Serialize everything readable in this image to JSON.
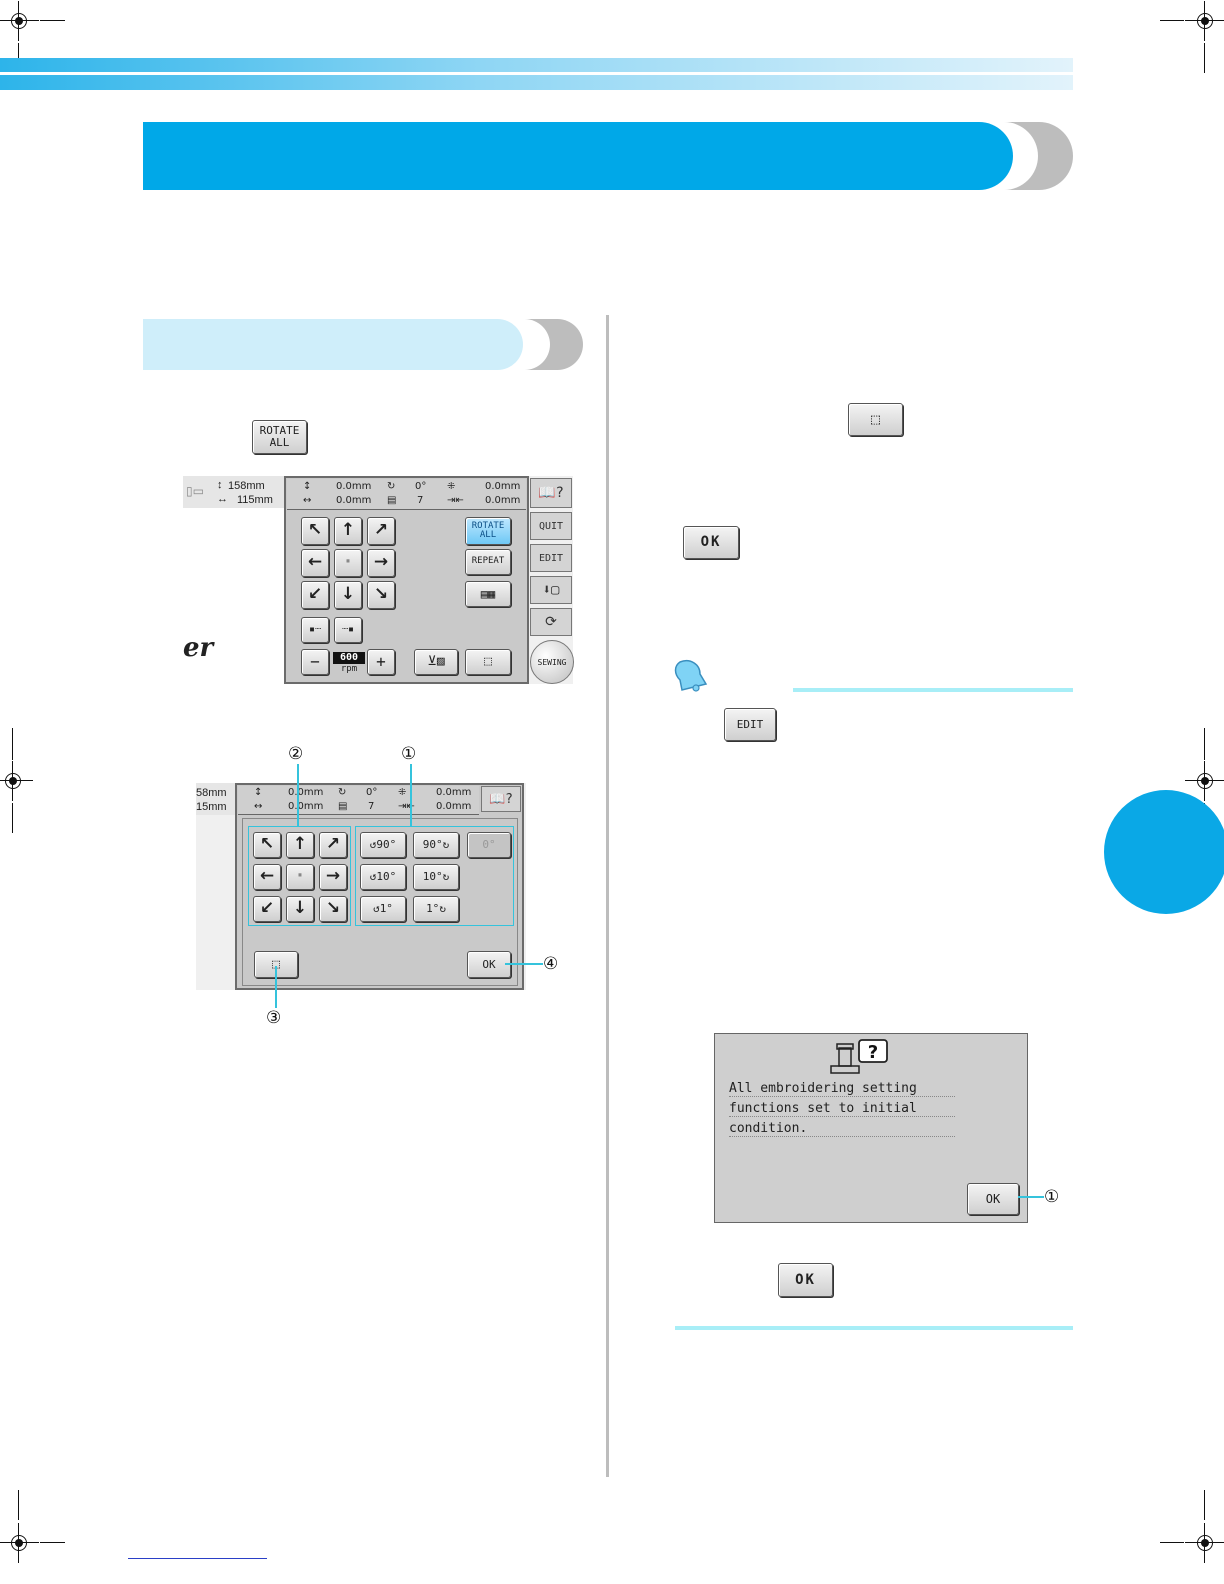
{
  "toolbar_labels": {
    "rotate_all": "ROTATE\nALL",
    "ok": "OK",
    "edit": "EDIT",
    "quit": "QUIT",
    "repeat": "REPEAT",
    "sewing": "SEWING",
    "rpm_value": "600",
    "rpm_unit": "rpm"
  },
  "screen1": {
    "size_h": "158mm",
    "size_w": "115mm",
    "move_v": "0.0mm",
    "move_h": "0.0mm",
    "angle": "0°",
    "colors": "7",
    "offset_v": "0.0mm",
    "offset_h": "0.0mm",
    "logo_fragment": "er"
  },
  "screen2": {
    "size_h": "58mm",
    "size_w": "15mm",
    "move_v": "0.0mm",
    "move_h": "0.0mm",
    "angle": "0°",
    "colors": "7",
    "offset_v": "0.0mm",
    "offset_h": "0.0mm",
    "rotate_buttons": [
      "90°",
      "90°",
      "0°",
      "10°",
      "10°",
      "1°",
      "1°"
    ],
    "callouts": [
      "②",
      "①",
      "③",
      "④"
    ]
  },
  "dialog": {
    "lines": [
      "All embroidering setting",
      "functions set to initial",
      "condition."
    ],
    "callout": "①"
  },
  "icons": {
    "arrows": [
      "↖",
      "↑",
      "↗",
      "←",
      "·",
      "→",
      "↙",
      "↓",
      "↘"
    ],
    "help": "help-book-icon",
    "bell": "memo-bell-icon"
  },
  "colors": {
    "accent_blue": "#00a8e8",
    "light_blue": "#cfeefa",
    "cyan_line": "#35c3dc",
    "gray_tab": "#bdbdbd",
    "chapter_disc": "#0aa8e6"
  }
}
